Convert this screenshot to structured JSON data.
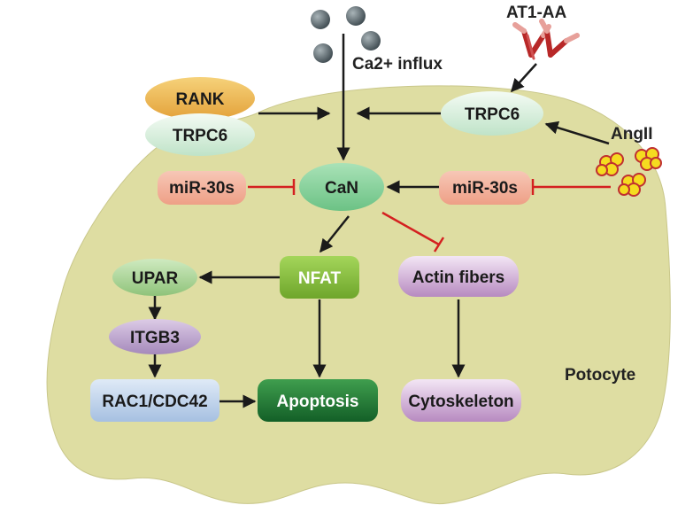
{
  "labels": {
    "ca_influx": "Ca2+ influx",
    "at1aa": "AT1-AA",
    "angii": "AngII",
    "potocyte": "Potocyte"
  },
  "nodes": {
    "rank": "RANK",
    "trpc6_left": "TRPC6",
    "trpc6_right": "TRPC6",
    "can": "CaN",
    "mir30s_left": "miR-30s",
    "mir30s_right": "miR-30s",
    "nfat": "NFAT",
    "actin": "Actin fibers",
    "upar": "UPAR",
    "itgb3": "ITGB3",
    "rac1": "RAC1/CDC42",
    "apoptosis": "Apoptosis",
    "cytoskeleton": "Cytoskeleton"
  },
  "colors": {
    "cell": "#dedda2",
    "activation_arrow": "#1a1a1a",
    "inhibition_arrow": "#d42020"
  }
}
